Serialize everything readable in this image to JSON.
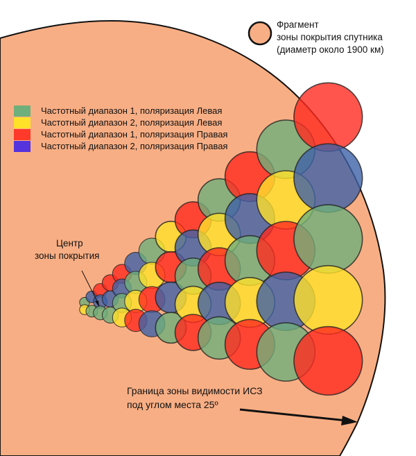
{
  "coverage_note": {
    "line1": "Фрагмент",
    "line2": "зоны покрытия спутника",
    "line3": "(диаметр около 1900 км)"
  },
  "legend": [
    {
      "label": "Частотный диапазон 1, поляризация Левая",
      "color": "#6FAF7B"
    },
    {
      "label": "Частотный диапазон 2, поляризация Левая",
      "color": "#FFE12A"
    },
    {
      "label": "Частотный диапазон 1, поляризация Правая",
      "color": "#FF3A2A"
    },
    {
      "label": "Частотный диапазон 2, поляризация Правая",
      "color": "#5533DD"
    }
  ],
  "beam_colors": [
    "#6FAF7B",
    "#FFE12A",
    "#FF2A20",
    "#3E62A8"
  ],
  "center_label": {
    "line1": "Центр",
    "line2": "зоны покрытия"
  },
  "boundary_label": {
    "line1": "Граница зоны видимости ИСЗ",
    "line2": "под углом места 25º"
  },
  "colors": {
    "zone": "#F8AE84",
    "outline": "#111111"
  }
}
